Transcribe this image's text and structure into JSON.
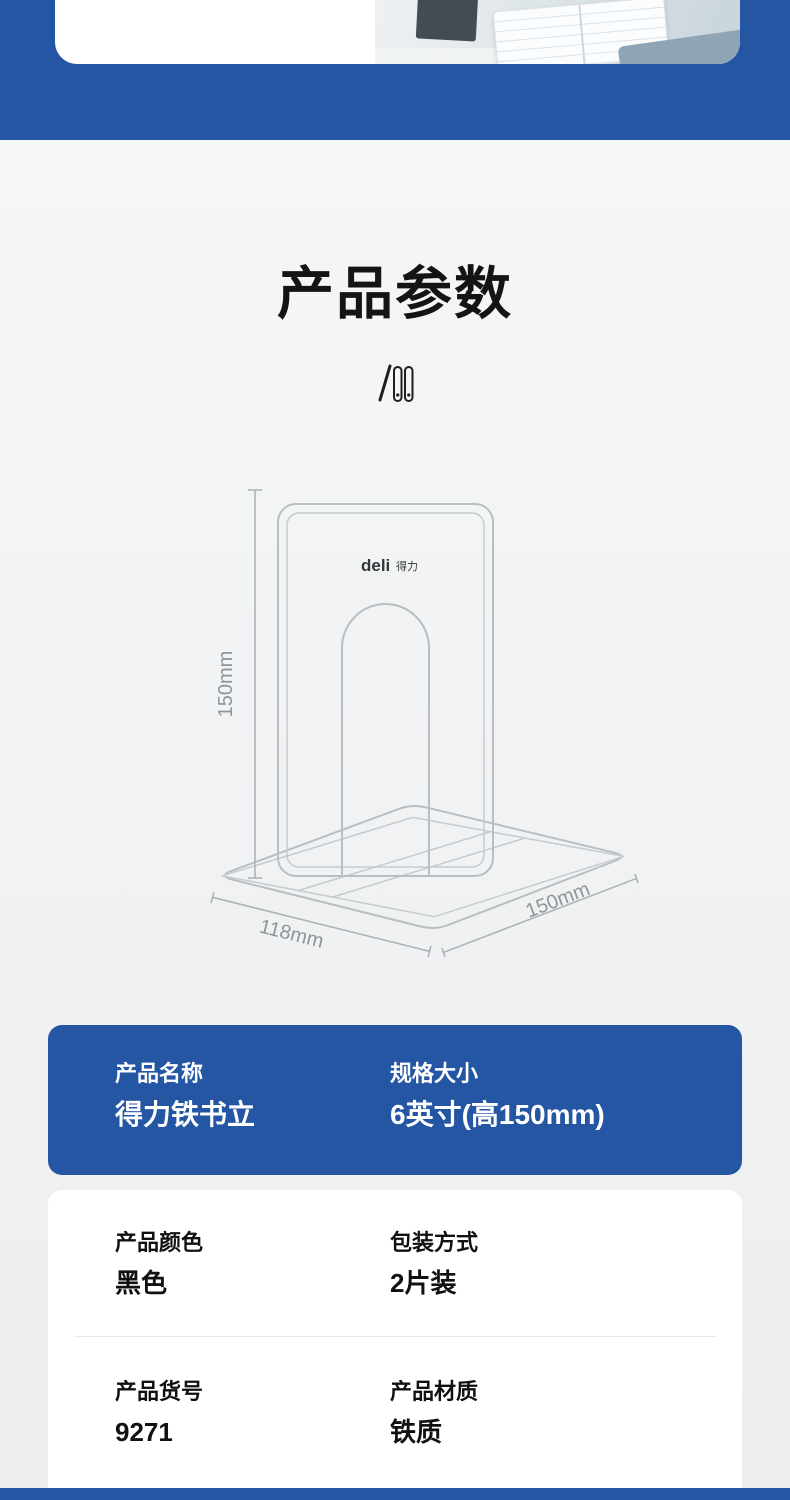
{
  "theme": {
    "accent_blue": "#2456a4",
    "page_bg": "#f1f2f3",
    "diagram_line_gray": "#b9bec2",
    "dimension_text_gray": "#8f959a",
    "title_color": "#141414"
  },
  "section": {
    "title": "产品参数"
  },
  "diagram": {
    "logo_latin": "deli",
    "logo_cn": "得力",
    "height_label": "150mm",
    "width_label": "118mm",
    "depth_label": "150mm"
  },
  "primary_specs": [
    {
      "label": "产品名称",
      "value": "得力铁书立"
    },
    {
      "label": "规格大小",
      "value": "6英寸(高150mm)"
    }
  ],
  "detail_specs": [
    [
      {
        "label": "产品颜色",
        "value": "黑色"
      },
      {
        "label": "包装方式",
        "value": "2片装"
      }
    ],
    [
      {
        "label": "产品货号",
        "value": "9271"
      },
      {
        "label": "产品材质",
        "value": "铁质"
      }
    ]
  ]
}
